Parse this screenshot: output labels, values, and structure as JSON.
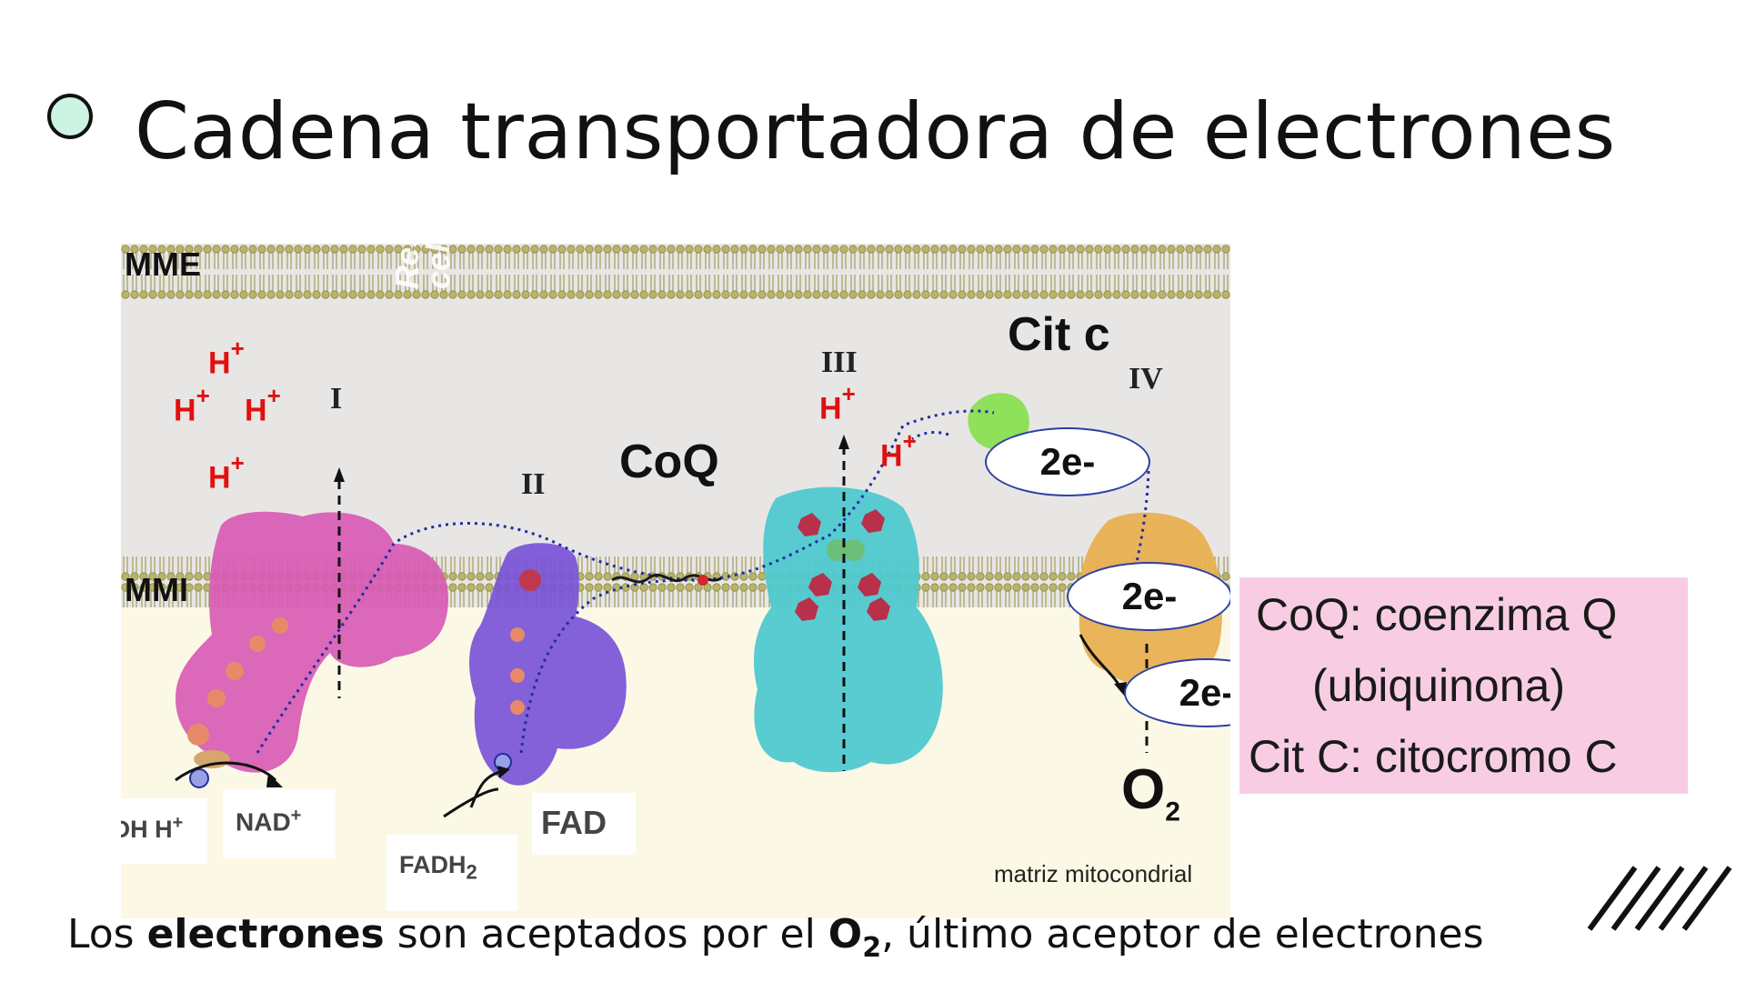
{
  "slide": {
    "title": "Cadena transportadora de electrones"
  },
  "diagram": {
    "membrane_labels": {
      "outer": "MME",
      "inner": "MMI"
    },
    "watermark": {
      "line1": "Respiración",
      "line2": "celular"
    },
    "protons": [
      "H",
      "H",
      "H",
      "H",
      "H",
      "H"
    ],
    "proton_superscript": "+",
    "complexes": [
      "I",
      "II",
      "III",
      "IV"
    ],
    "coq_label": "CoQ",
    "citc_label": "Cit c",
    "electron_label": "2e-",
    "substrates": {
      "nadh": "NADH H",
      "nadh_sup": "+",
      "nad": "NAD",
      "nad_sup": "+",
      "fadh2": "FADH",
      "fadh2_sub": "2",
      "fad": "FAD"
    },
    "oxygen": {
      "symbol": "O",
      "subscript": "2"
    },
    "matrix_label": "matriz mitocondrial",
    "colors": {
      "complex_I": "#d85bb5",
      "complex_II": "#7a52d8",
      "complex_III": "#4fc9cf",
      "complex_IV": "#e8ae50",
      "cyt_c": "#8fe05a",
      "proton": "#e01010",
      "electron_path": "#1f2fa0"
    }
  },
  "legend": {
    "line1": "CoQ: coenzima Q",
    "line2": "(ubiquinona)",
    "line3": "Cit C: citocromo C"
  },
  "caption": {
    "part1": "Los ",
    "bold1": "electrones",
    "part2": " son aceptados por el ",
    "bold2": "O",
    "bold2_sub": "2",
    "part3": ", último aceptor de electrones"
  }
}
